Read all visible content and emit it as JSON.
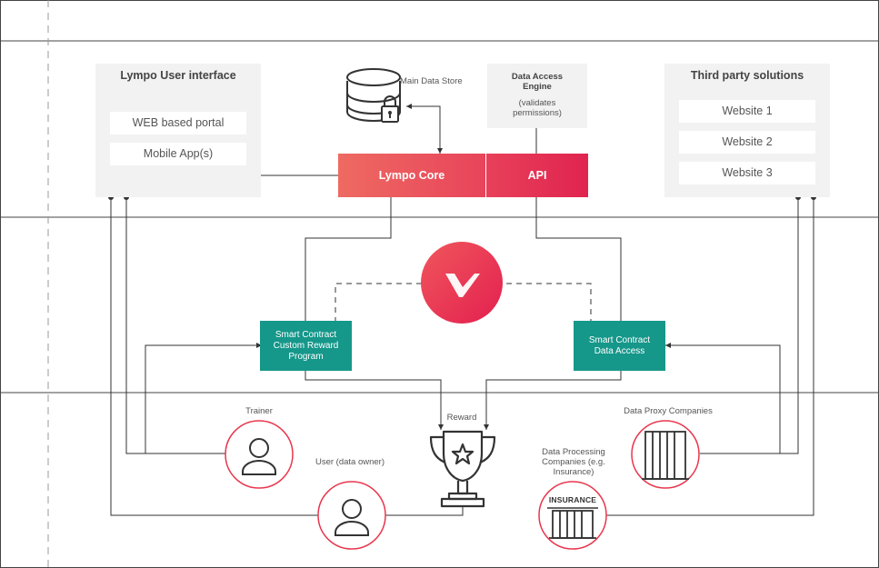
{
  "colors": {
    "accent": "#e8364d",
    "teal": "#15978a",
    "panel": "#f2f2f2",
    "line": "#333333"
  },
  "user_interface": {
    "title": "Lympo User interface",
    "items": [
      "WEB based portal",
      "Mobile App(s)"
    ]
  },
  "data_store": {
    "label": "Main Data Store",
    "icon": "database-lock-icon"
  },
  "access_engine": {
    "title": "Data Access Engine",
    "note": "(validates permissions)"
  },
  "third_party": {
    "title": "Third party solutions",
    "items": [
      "Website 1",
      "Website 2",
      "Website 3"
    ]
  },
  "core_bar": {
    "core_label": "Lympo Core",
    "api_label": "API"
  },
  "logo": {
    "icon": "lympo-logo-icon"
  },
  "smart_contracts": {
    "reward": "Smart Contract Custom Reward Program",
    "access": "Smart Contract Data Access"
  },
  "actors": {
    "trainer": "Trainer",
    "user": "User (data owner)",
    "reward": "Reward",
    "processing": "Data Processing Companies (e.g. Insurance)",
    "insurance_sign": "INSURANCE",
    "proxy": "Data Proxy Companies"
  }
}
